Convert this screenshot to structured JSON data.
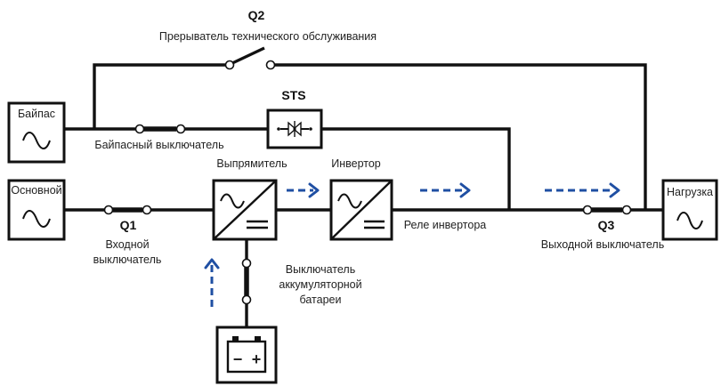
{
  "labels": {
    "q2": "Q2",
    "maintenance_breaker": "Прерыватель технического обслуживания",
    "bypass": "Байпас",
    "sts": "STS",
    "bypass_switch": "Байпасный выключатель",
    "rectifier": "Выпрямитель",
    "inverter": "Инвертор",
    "main": "Основной",
    "load": "Нагрузка",
    "q1": "Q1",
    "input_switch_line1": "Входной",
    "input_switch_line2": "выключатель",
    "inverter_relay": "Реле инвертора",
    "q3": "Q3",
    "output_switch": "Выходной выключатель",
    "battery_switch_line1": "Выключатель",
    "battery_switch_line2": "аккумуляторной",
    "battery_switch_line3": "батареи",
    "battery_minus": "−",
    "battery_plus": "+"
  },
  "icons": {
    "ac_source": "sine-wave-icon",
    "converter": "ac-dc-converter-icon",
    "sts": "thyristor-icon",
    "battery": "battery-icon",
    "flow": "dashed-arrow-icon"
  },
  "colors": {
    "wire": "#111111",
    "flow_arrow": "#1f4fa3"
  }
}
